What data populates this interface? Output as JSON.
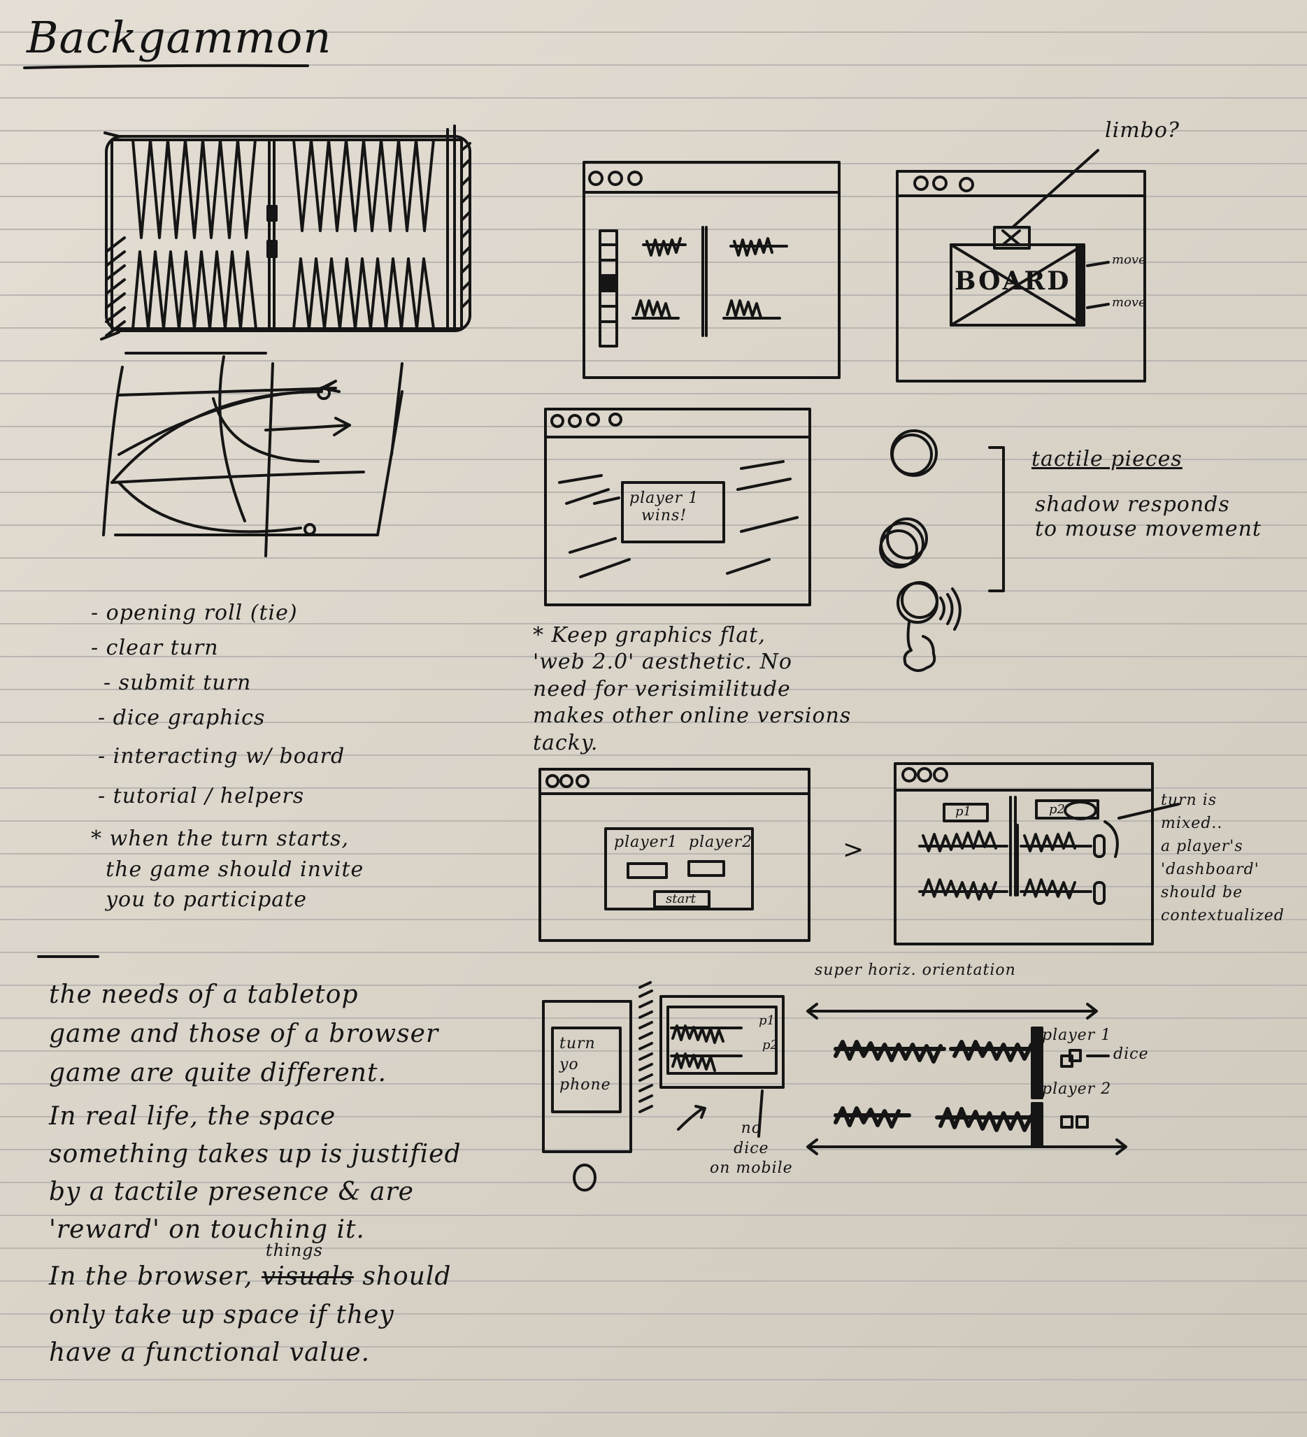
{
  "title": "Backgammon",
  "annotations": {
    "limbo": "limbo?",
    "board": "BOARD",
    "row_label_top": "move",
    "row_label_bottom": "move",
    "player_wins": "player 1\nwins!",
    "tactile_heading": "tactile pieces",
    "tactile_note": "shadow responds\nto mouse movement",
    "flat_note": "* Keep graphics flat,\n'web 2.0' aesthetic. No\nneed for verisimilitude\nmakes other online versions\ntacky.",
    "lobby_player1": "player1",
    "lobby_player2": "player2",
    "lobby_start": "start",
    "arrow": ">",
    "pill_left": "p1",
    "pill_right": "p2",
    "dashboard_note": "turn is\nmixed..\na player's\n'dashboard'\nshould be\ncontextualized",
    "phone_text": "turn\nyo\nphone",
    "no_dice_note": "no\ndice\non mobile",
    "mini_p1": "p1",
    "mini_p2": "p2",
    "super_horiz": "super horiz. orientation",
    "player_one": "player 1",
    "player_two": "player 2",
    "dice": "dice"
  },
  "todo_list": {
    "items": [
      "- opening roll (tie)",
      "- clear turn",
      "- submit turn",
      "- dice graphics",
      "- interacting w/ board",
      "- tutorial / helpers"
    ],
    "star_note": "* when the turn starts,\n  the game should invite\n  you to participate"
  },
  "essay": {
    "paragraph_1": "the needs of a tabletop\ngame and those of a browser\ngame are quite different.",
    "paragraph_2": "In real life, the space\nsomething takes up is justified\nby a tactile presence & are\n'reward' on touching it.",
    "paragraph_3_a": "In the browser,",
    "paragraph_3_strike": "visuals",
    "paragraph_3_b": " should",
    "paragraph_3_insert": "things",
    "paragraph_3_c": "only take up space if they\nhave a functional value."
  }
}
